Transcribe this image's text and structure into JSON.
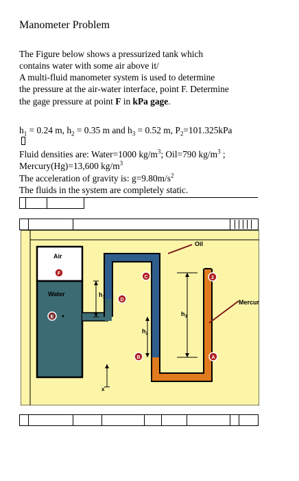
{
  "document": {
    "title": "Manometer Problem",
    "para": [
      "The Figure below shows a pressurized tank which",
      "contains water with some air above it/",
      "A multi-fluid manometer system is used to determine",
      "the pressure at the air-water interface, point F. Determine"
    ],
    "gage_line": {
      "pre": "the gage pressure at point ",
      "bold1": "F",
      "mid": " in ",
      "bold2": "kPa gage",
      "end": "."
    },
    "given": {
      "h1_lbl": "h",
      "h1_sub": "1",
      "h1_val": " = 0.24 m, ",
      "h2_lbl": "h",
      "h2_sub": "2",
      "h2_val": " = 0.35 m and ",
      "h3_lbl": "h",
      "h3_sub": "3",
      "h3_val": " = 0.52 m, ",
      "p2_lbl": "P",
      "p2_sub": "2",
      "p2_val": "=101.325kPa"
    },
    "densities": {
      "l1a": "Fluid densities are: Water=1000 kg/m",
      "l1_sup1": "3",
      "l1b": "; Oil=790 kg/m",
      "l1_sup2": "3",
      "l1c": " ;",
      "l2a": "Mercury(Hg)=13,600 kg/m",
      "l2_sup": "3"
    },
    "gravity": {
      "pre": "The acceleration of gravity is: g=9.80m/s",
      "sup": "2"
    },
    "static": "The fluids in the system are completely static."
  },
  "figure": {
    "labels": {
      "air": "Air",
      "water": "Water",
      "oil": "Oil",
      "mercury": "Mercury",
      "h1": "h",
      "h1_sub": "1",
      "h2": "h",
      "h2_sub": "2",
      "h3": "h",
      "h3_sub": "3",
      "x": "x",
      "pt_f": "F",
      "pt_e": "E",
      "pt_d": "D",
      "pt_c": "C",
      "pt_b": "B",
      "pt_a": "A",
      "pt_2": "2"
    },
    "colors": {
      "background": "#fcf5a8",
      "water": "#3d6b73",
      "oil": "#2f5d8c",
      "mercury": "#e07a1e",
      "point_marker": "#b02020"
    }
  }
}
